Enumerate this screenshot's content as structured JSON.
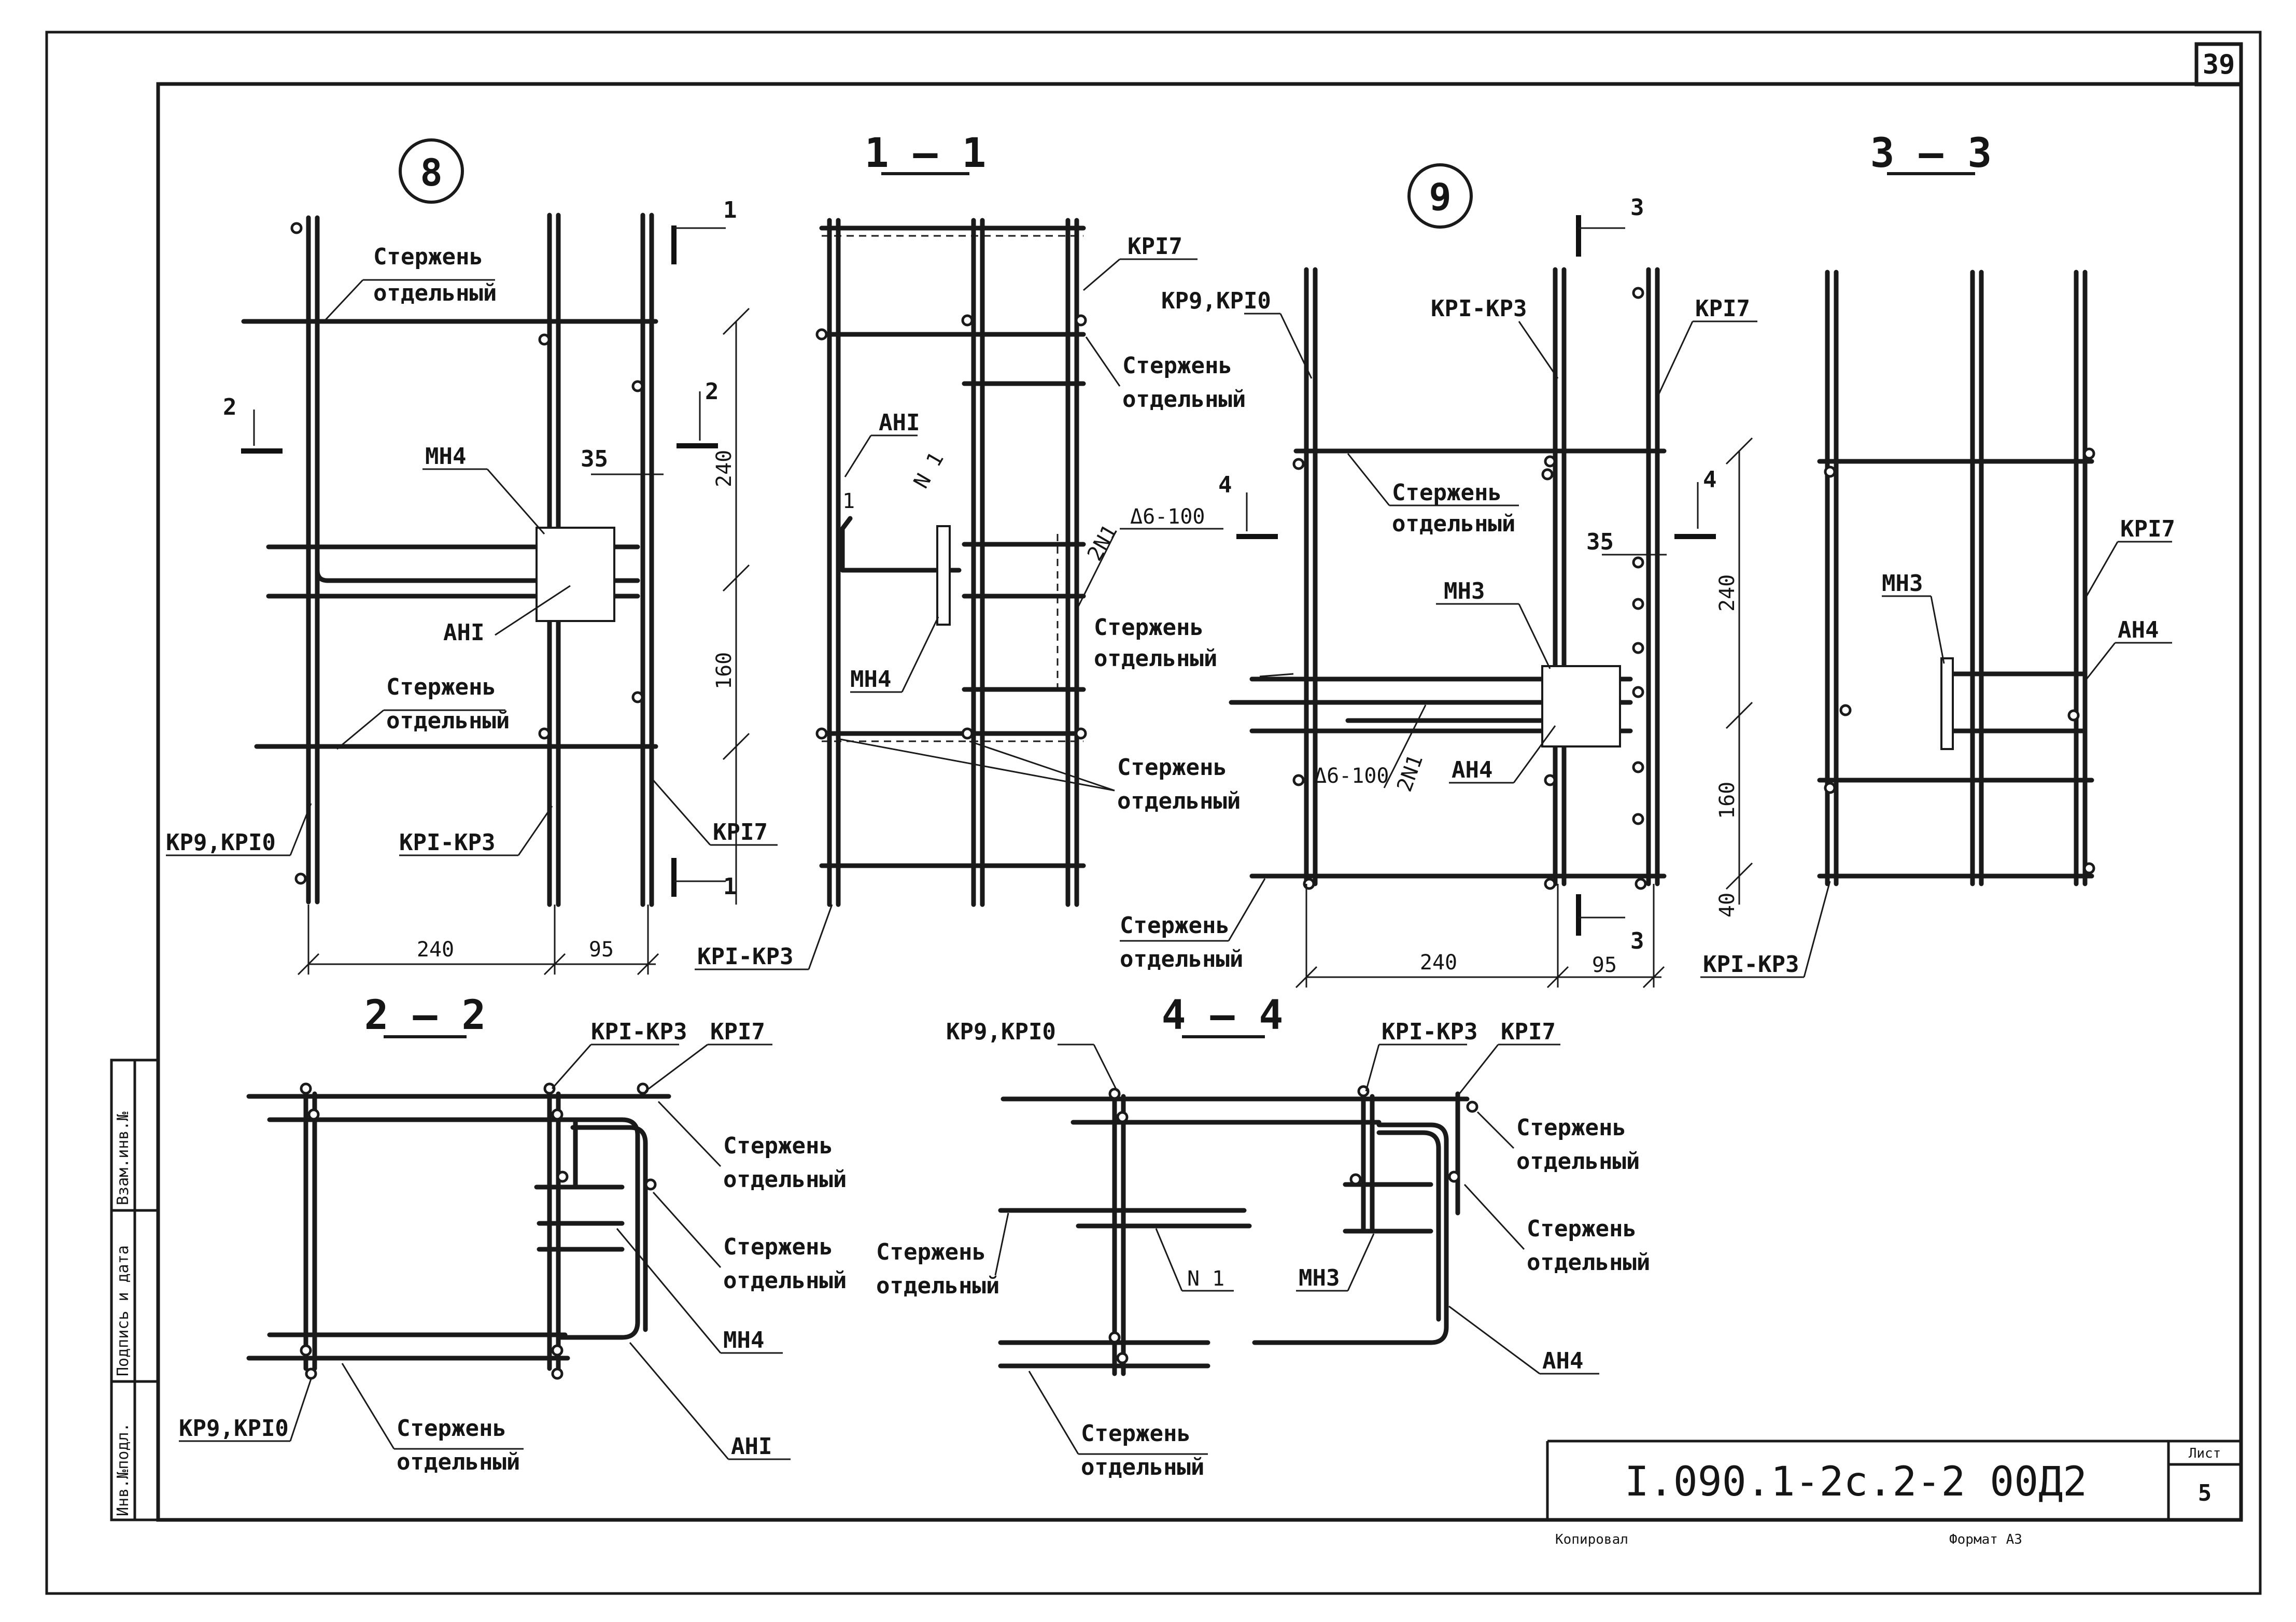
{
  "sheet": {
    "page_number": "39",
    "sheet_label": "Лист",
    "sheet_number": "5",
    "document_code": "I.090.1-2с.2-2 00Д2",
    "copied_label": "Копировал",
    "format_label": "Формат А3"
  },
  "side_stamp": {
    "col1": "Инв.№подл.",
    "col2": "Подпись и дата",
    "col3": "Взам.инв.№"
  },
  "views": {
    "node8": {
      "title": "8",
      "labels": {
        "rod_top": [
          "Стержень",
          "отдельный"
        ],
        "rod_mid": [
          "Стержень",
          "отдельный"
        ],
        "mn": "МН4",
        "an": "АНI",
        "kr_left": "КР9,КРI0",
        "kr_mid": "КРI-КР3",
        "kr_right": "КРI7"
      },
      "dims": {
        "d240v": "240",
        "d160v": "160",
        "d35": "35",
        "d240h": "240",
        "d95h": "95"
      },
      "cuts": {
        "c1a": "1",
        "c1b": "1",
        "c2a": "2",
        "c2b": "2"
      }
    },
    "section11": {
      "title": "1 — 1",
      "labels": {
        "kr17": "КРI7",
        "rod1": [
          "Стержень",
          "отдельный"
        ],
        "an": "АНI",
        "n1": "N 1",
        "n1b": "1",
        "weld": "Δ6-100",
        "n2": "2N1",
        "rod2": [
          "Стержень",
          "отдельный"
        ],
        "mn": "МН4",
        "rod3": [
          "Стержень",
          "отдельный"
        ],
        "kr13": "КРI-КР3"
      }
    },
    "node9": {
      "title": "9",
      "labels": {
        "kr_left": "КР9,КРI0",
        "kr_mid": "КРI-КР3",
        "kr_right": "КРI7",
        "rod_top": [
          "Стержень",
          "отдельный"
        ],
        "rod_bot": [
          "Стержень",
          "отдельный"
        ],
        "mn": "МН3",
        "an": "АН4",
        "weld": "Δ6-100",
        "n2": "2N1"
      },
      "dims": {
        "d35": "35",
        "d240v": "240",
        "d160v": "160",
        "d40v": "40",
        "d240h": "240",
        "d95h": "95"
      },
      "cuts": {
        "c3a": "3",
        "c3b": "3",
        "c4a": "4",
        "c4b": "4"
      }
    },
    "section33": {
      "title": "3 — 3",
      "labels": {
        "kr17": "КРI7",
        "mn": "МН3",
        "an": "АН4",
        "kr13": "КРI-КР3"
      }
    },
    "section22": {
      "title": "2 — 2",
      "labels": {
        "kr13": "КРI-КР3",
        "kr17": "КРI7",
        "rod1": [
          "Стержень",
          "отдельный"
        ],
        "rod2": [
          "Стержень",
          "отдельный"
        ],
        "mn": "МН4",
        "an": "АНI",
        "kr910": "КР9,КРI0",
        "rod3": [
          "Стержень",
          "отдельный"
        ]
      }
    },
    "section44": {
      "title": "4 — 4",
      "labels": {
        "kr910": "КР9,КРI0",
        "kr13": "КРI-КР3",
        "kr17": "КРI7",
        "rod1": [
          "Стержень",
          "отдельный"
        ],
        "rod2": [
          "Стержень",
          "отдельный"
        ],
        "rod_left": [
          "Стержень",
          "отдельный"
        ],
        "n1": "N 1",
        "mn": "МН3",
        "an": "АН4",
        "rod_bot": [
          "Стержень",
          "отдельный"
        ]
      }
    }
  }
}
